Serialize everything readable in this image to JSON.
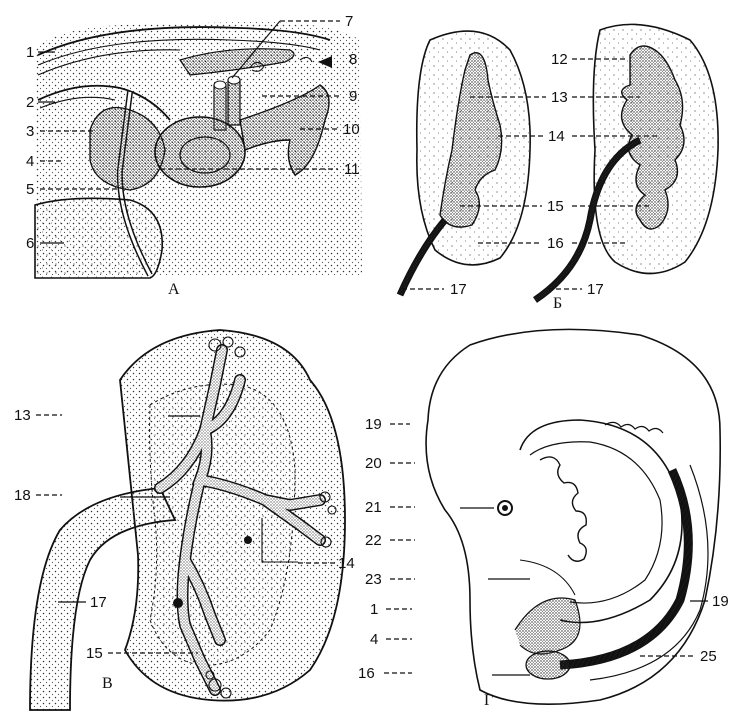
{
  "panels": {
    "a": "А",
    "b": "Б",
    "v": "В",
    "g": "Г"
  },
  "labels": {
    "l1": "1",
    "l2": "2",
    "l3": "3",
    "l4": "4",
    "l5": "5",
    "l6": "6",
    "l7": "7",
    "l8": "8",
    "l9": "9",
    "l10": "10",
    "l11": "11",
    "l12": "12",
    "l13": "13",
    "l14": "14",
    "l15": "15",
    "l16": "16",
    "l17": "17",
    "l13c": "13",
    "l14c": "14",
    "l15c": "15",
    "l17c": "17",
    "l18": "18",
    "l19": "19",
    "l19r": "19",
    "l20": "20",
    "l21": "21",
    "l22": "22",
    "l23": "23",
    "l1d": "1",
    "l4d": "4",
    "l16d": "16",
    "l25": "25"
  },
  "colors": {
    "ink": "#111111",
    "paper": "#ffffff"
  }
}
